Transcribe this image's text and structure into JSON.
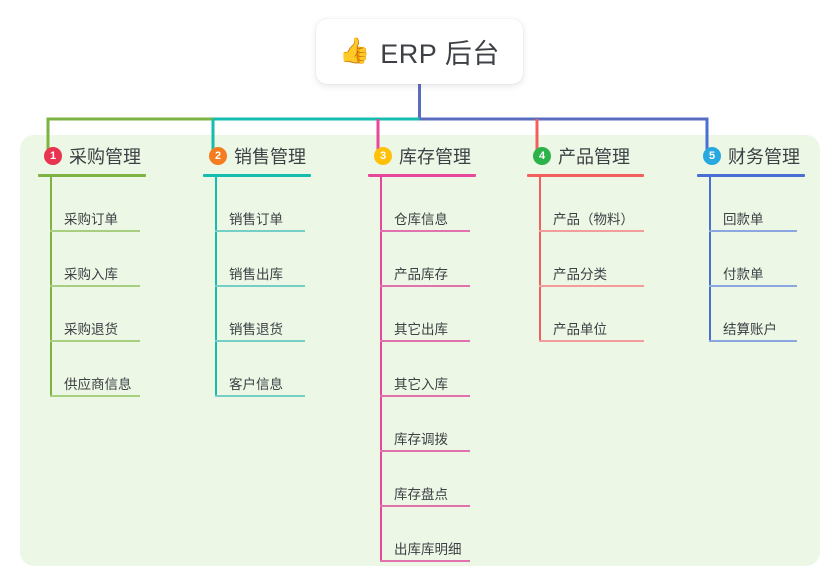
{
  "diagram": {
    "type": "mindmap",
    "root": {
      "icon": "thumbs-up-icon",
      "emoji": "👍",
      "title": "ERP 后台"
    },
    "panel_color": "#ecf7e6",
    "trunk_color": "#5b6bc0",
    "branches": [
      {
        "index": "1",
        "title": "采购管理",
        "badge_color": "#e8344e",
        "line_color": "#7cb342",
        "leaf_rule_color": "#a8cf7f",
        "items": [
          "采购订单",
          "采购入库",
          "采购退货",
          "供应商信息"
        ]
      },
      {
        "index": "2",
        "title": "销售管理",
        "badge_color": "#f57c20",
        "line_color": "#15bdae",
        "leaf_rule_color": "#74cfc7",
        "items": [
          "销售订单",
          "销售出库",
          "销售退货",
          "客户信息"
        ]
      },
      {
        "index": "3",
        "title": "库存管理",
        "badge_color": "#ffc107",
        "line_color": "#e8489b",
        "leaf_rule_color": "#e172ad",
        "items": [
          "仓库信息",
          "产品库存",
          "其它出库",
          "其它入库",
          "库存调拨",
          "库存盘点",
          "出库库明细"
        ]
      },
      {
        "index": "4",
        "title": "产品管理",
        "badge_color": "#2bb34a",
        "line_color": "#f2footnote",
        "items": [
          "产品（物料）",
          "产品分类",
          "产品单位"
        ]
      },
      {
        "index": "5",
        "title": "财务管理",
        "badge_color": "#29a8e0",
        "line_color": "#4a6fd4",
        "leaf_rule_color": "#8ba6e0",
        "items": [
          "回款单",
          "付款单",
          "结算账户"
        ]
      }
    ]
  }
}
